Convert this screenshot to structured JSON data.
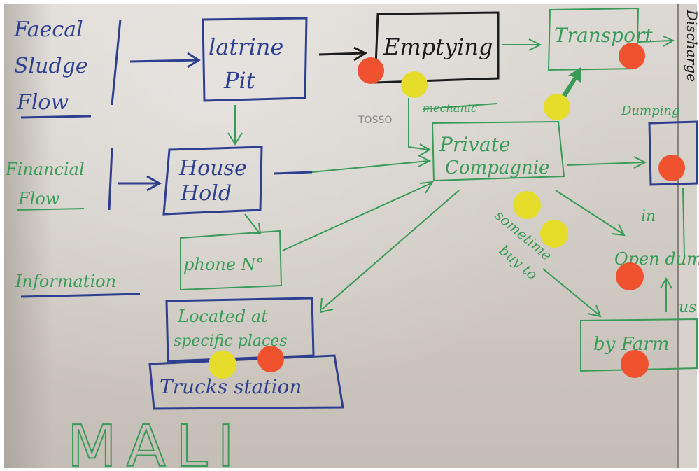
{
  "labels": {
    "faecal": "Faecal",
    "sludge": "Sludge",
    "flow": "Flow",
    "financial": "Financial",
    "financial_flow": "Flow",
    "information": "Information",
    "latrine": "latrine",
    "pit": "Pit",
    "emptying": "Emptying",
    "transport": "Transport",
    "house": "House",
    "hold": "Hold",
    "private": "Private",
    "compagnie": "Compagnie",
    "phone": "phone N°",
    "located_at": "Located at",
    "specific_places": "specific places",
    "trucks_station": "Trucks station",
    "mali": "MALI",
    "sometime": "sometime",
    "buy_to": "buy to",
    "in": "in",
    "open": "Open dum",
    "by_farmer": "by Farm",
    "us": "us",
    "dumping": "Dumping",
    "discharge": "Discharge",
    "mechanic": "mechanic",
    "scribble": "TOSSO"
  },
  "colors": {
    "blue_ink": "#2f3f8f",
    "green_ink": "#3a9b58",
    "black_ink": "#1c1c1c",
    "red_dot": "#f0512e",
    "yellow_dot": "#e6dc2a",
    "paper": "#d4cfc9"
  }
}
